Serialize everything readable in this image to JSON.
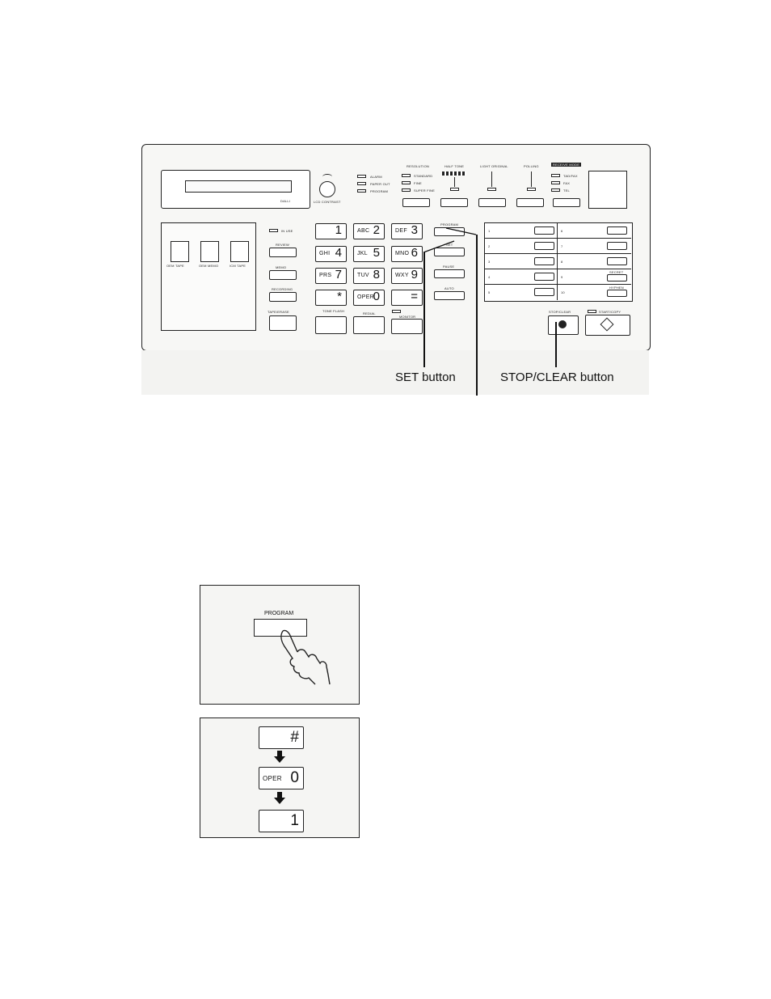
{
  "panel": {
    "display_label": "DALLI",
    "lcd_contrast_label": "LCD CONTRAST",
    "status_leds": [
      "ALARM",
      "PAPER OUT",
      "PROGRAM"
    ],
    "resolution": {
      "title": "RESOLUTION",
      "options": [
        "STANDARD",
        "FINE",
        "SUPER FINE"
      ]
    },
    "halftone_label": "HALF TONE",
    "light_original_label": "LIGHT ORIGINAL",
    "polling_label": "POLLING",
    "mode": {
      "title": "RECEIVE MODE",
      "options": [
        "TAD/FAX",
        "FAX",
        "TEL"
      ]
    },
    "one_touch_labels": [
      "OEM TAPE",
      "OEM MEMO",
      "ICM TAPE"
    ],
    "left_buttons": [
      "IN USE",
      "REVIEW",
      "MEMO",
      "RECORDING",
      "TAPE/ERASE"
    ],
    "keypad": [
      {
        "sub": "",
        "main": "1"
      },
      {
        "sub": "ABC",
        "main": "2"
      },
      {
        "sub": "DEF",
        "main": "3"
      },
      {
        "sub": "GHI",
        "main": "4"
      },
      {
        "sub": "JKL",
        "main": "5"
      },
      {
        "sub": "MNO",
        "main": "6"
      },
      {
        "sub": "PRS",
        "main": "7"
      },
      {
        "sub": "TUV",
        "main": "8"
      },
      {
        "sub": "WXY",
        "main": "9"
      },
      {
        "sub": "",
        "main": "*"
      },
      {
        "sub": "OPER",
        "main": "0"
      },
      {
        "sub": "",
        "main": "="
      }
    ],
    "bottom_keys": [
      "TONE FLASH",
      "REDIAL",
      "MONITOR"
    ],
    "program_label": "PROGRAM",
    "set_label": "SET",
    "pause_label": "PAUSE",
    "auto_label": "AUTO",
    "speed_left": [
      "1",
      "2",
      "3",
      "4",
      "5"
    ],
    "speed_right": [
      "6",
      "7",
      "8",
      "9",
      "10"
    ],
    "secret_label": "SECRET",
    "hyphen_label": "HYPHEN",
    "stop_clear_label": "STOP/CLEAR",
    "start_copy_label": "START/COPY"
  },
  "callouts": {
    "set": "SET button",
    "stop_clear": "STOP/CLEAR button"
  },
  "fig_program": {
    "label": "PROGRAM"
  },
  "fig_sequence": {
    "key1": {
      "sub": "",
      "main": "#"
    },
    "key2": {
      "sub": "OPER",
      "main": "0"
    },
    "key3": {
      "sub": "",
      "main": "1"
    }
  }
}
